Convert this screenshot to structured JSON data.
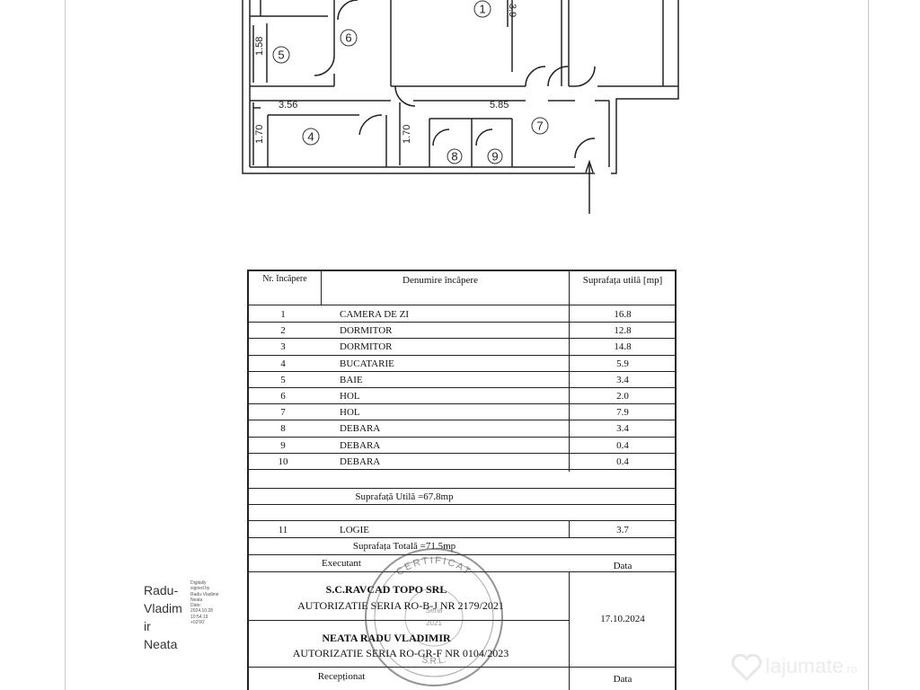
{
  "plan": {
    "dimensions": [
      "3.9",
      "1.58",
      "3.56",
      "5.85",
      "1.70",
      "1.70"
    ],
    "room_markers": [
      "1",
      "4",
      "5",
      "6",
      "7",
      "8",
      "9"
    ]
  },
  "table": {
    "headers": {
      "nr": "Nr. Încăpere",
      "name": "Denumire încăpere",
      "area": "Suprafața utilă [mp]"
    },
    "rows": [
      {
        "nr": "1",
        "name": "CAMERA DE ZI",
        "area": "16.8"
      },
      {
        "nr": "2",
        "name": "DORMITOR",
        "area": "12.8"
      },
      {
        "nr": "3",
        "name": "DORMITOR",
        "area": "14.8"
      },
      {
        "nr": "4",
        "name": "BUCATARIE",
        "area": "5.9"
      },
      {
        "nr": "5",
        "name": "BAIE",
        "area": "3.4"
      },
      {
        "nr": "6",
        "name": "HOL",
        "area": "2.0"
      },
      {
        "nr": "7",
        "name": "HOL",
        "area": "7.9"
      },
      {
        "nr": "8",
        "name": "DEBARA",
        "area": "3.4"
      },
      {
        "nr": "9",
        "name": "DEBARA",
        "area": "0.4"
      },
      {
        "nr": "10",
        "name": "DEBARA",
        "area": "0.4"
      }
    ],
    "useful_total": "Suprafață Utilă =67.8mp",
    "logia": {
      "nr": "11",
      "name": "LOGIE",
      "area": "3.7"
    },
    "total": "Suprafața Totală =71.5mp"
  },
  "execution": {
    "label": "Executant",
    "date_label": "Data",
    "company": "S.C.RAVCAD TOPO SRL",
    "company_auth": "AUTORIZATIE SERIA RO-B-J NR 2179/2021",
    "date": "17.10.2024",
    "person": "NEATA RADU VLADIMIR",
    "person_auth": "AUTORIZATIE SERIA RO-GR-F NR 0104/2023",
    "reception": "Recepționat",
    "reception_date_label": "Data"
  },
  "signature": {
    "name_lines": [
      "Radu-",
      "Vladim",
      "ir",
      "Neata"
    ],
    "digital_lines": [
      "Digitally",
      "signed by",
      "Radu-Vladimir",
      "Neata",
      "Date:",
      "2024.10.28",
      "10:54:19",
      "+02'00'"
    ]
  },
  "stamp": {
    "top_text": "CERTIFICAT",
    "center_lines": [
      "Seria",
      "2021"
    ],
    "bottom_text": "S.R.L."
  },
  "watermark": {
    "brand": "lajumate",
    "tld": ".ro"
  }
}
